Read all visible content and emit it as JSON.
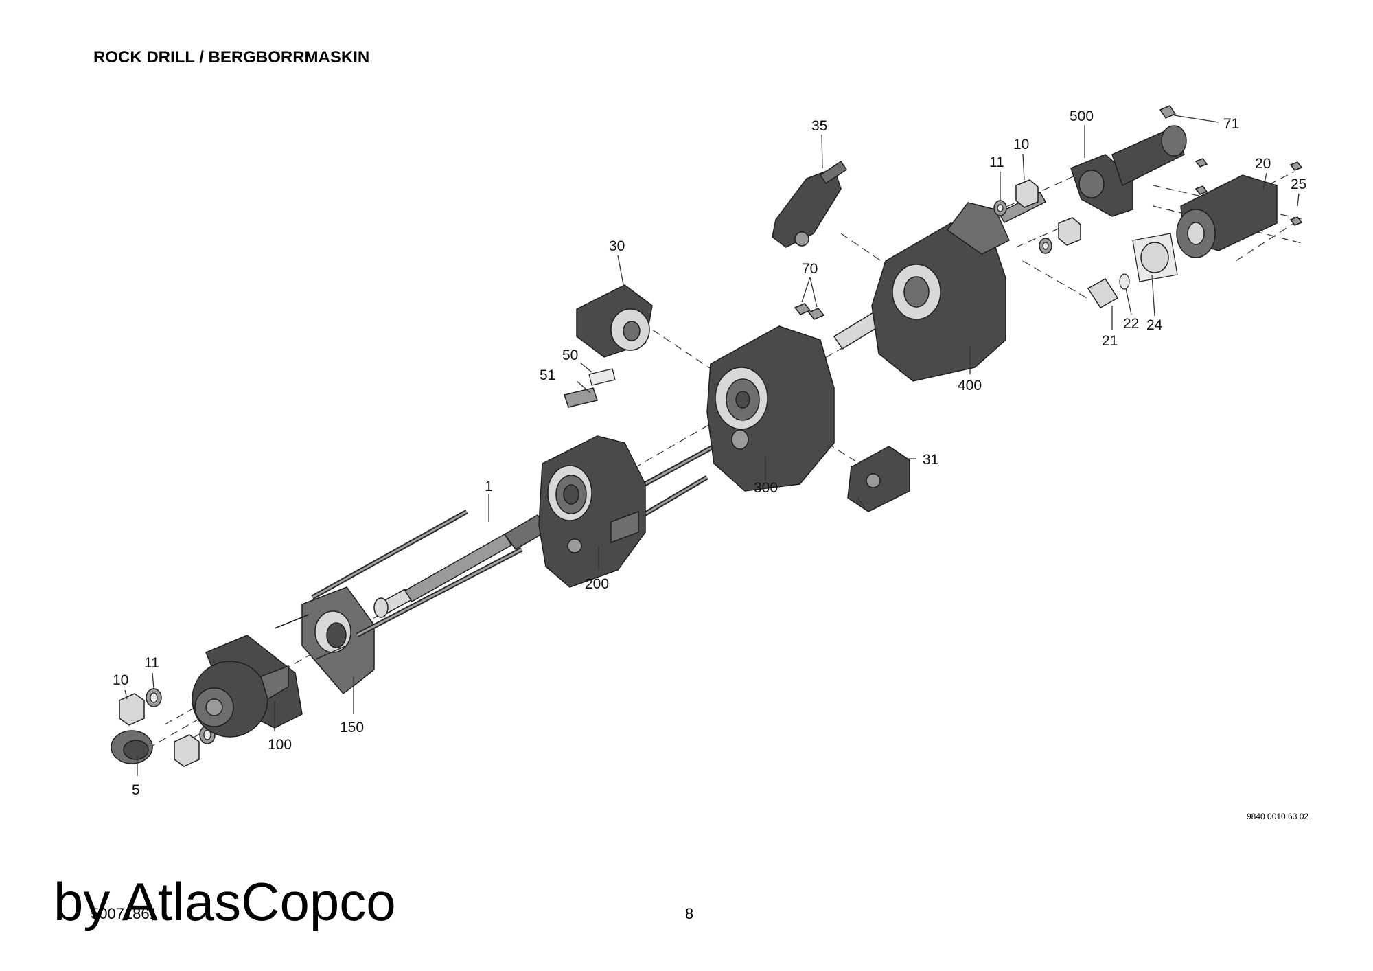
{
  "header": {
    "title": "ROCK DRILL / BERGBORRMASKIN"
  },
  "footer": {
    "doc_number": "9840 0010 63 02",
    "page_number": "8",
    "part_code": "50071861",
    "brand_text": "by AtlasCopco"
  },
  "callouts": {
    "c1": "1",
    "c5": "5",
    "c10a": "10",
    "c11a": "11",
    "c100": "100",
    "c150": "150",
    "c200": "200",
    "c50": "50",
    "c51": "51",
    "c30": "30",
    "c300": "300",
    "c31": "31",
    "c70": "70",
    "c35": "35",
    "c400": "400",
    "c11b": "11",
    "c10b": "10",
    "c500": "500",
    "c71": "71",
    "c20": "20",
    "c25": "25",
    "c21": "21",
    "c22": "22",
    "c24": "24"
  }
}
